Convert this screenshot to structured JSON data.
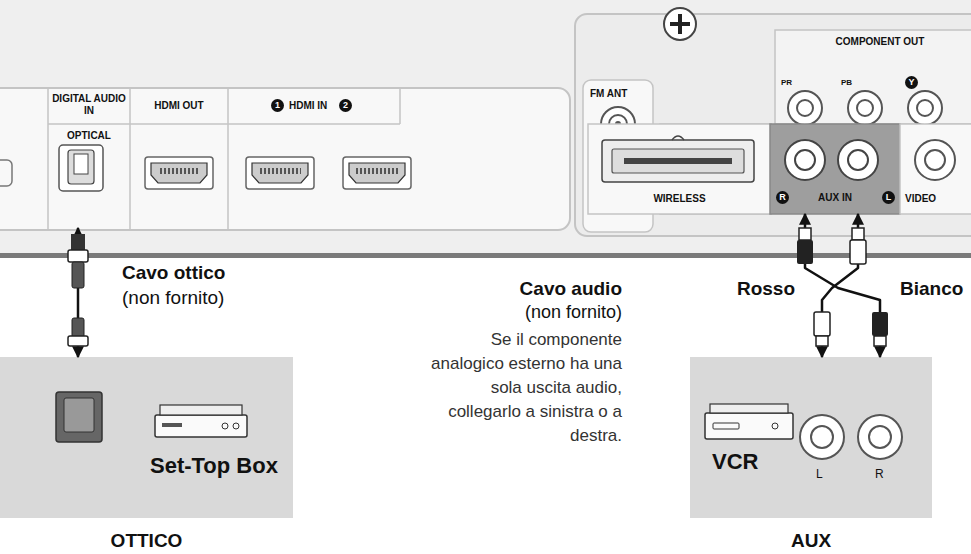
{
  "diagram": {
    "nodes": [
      {
        "text": [
          "DIGITAL AUDIO IN",
          "OPTICAL"
        ]
      },
      {
        "text": [
          "AUX IN"
        ]
      },
      {
        "text": [
          "Set-Top Box",
          "OTTICO"
        ]
      },
      {
        "text": [
          "VCR",
          "AUX"
        ]
      }
    ],
    "edges": [
      {
        "from": 2,
        "to": 0,
        "arrow": "both"
      },
      {
        "from": 3,
        "to": 1,
        "arrow": "both"
      }
    ],
    "labels": [
      "HDMI OUT",
      "1",
      "HDMI IN",
      "2",
      "FM ANT",
      "COMPONENT OUT",
      "PR",
      "PB",
      "Y",
      "WIRELESS",
      "R",
      "L",
      "VIDEO",
      "Cavo ottico",
      "(non fornito)",
      "Cavo audio",
      "(non fornito)",
      "Se il componente analogico esterno ha una sola uscita audio, collegarlo a sinistra o a destra.",
      "Rosso",
      "Bianco",
      "L",
      "R"
    ]
  }
}
